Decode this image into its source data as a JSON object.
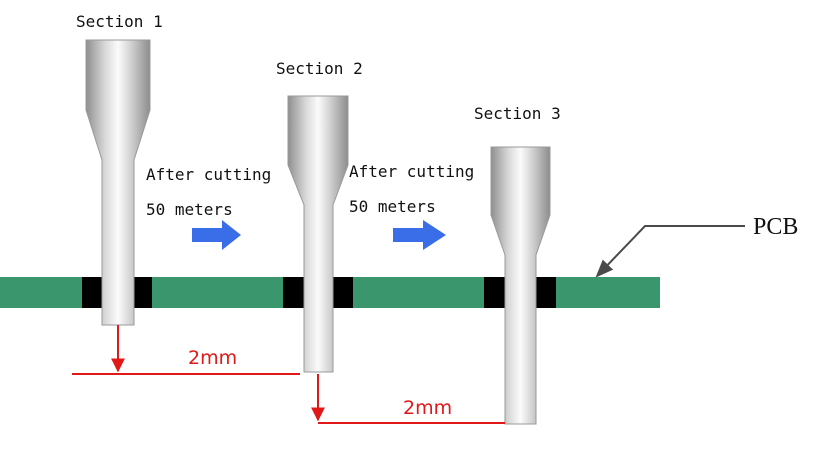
{
  "sections": [
    {
      "label": "Section 1"
    },
    {
      "label": "Section 2"
    },
    {
      "label": "Section 3"
    }
  ],
  "steps": [
    {
      "line1": "After cutting",
      "line2": "50 meters"
    },
    {
      "line1": "After cutting",
      "line2": "50 meters"
    }
  ],
  "pcb_label": "PCB",
  "dimensions": [
    {
      "label": "2mm"
    },
    {
      "label": "2mm"
    }
  ],
  "colors": {
    "board": "#3a966c",
    "hole": "#000000",
    "arrow": "#3a6ee8",
    "dimension": "#e01818",
    "leader": "#4a4a4a"
  }
}
